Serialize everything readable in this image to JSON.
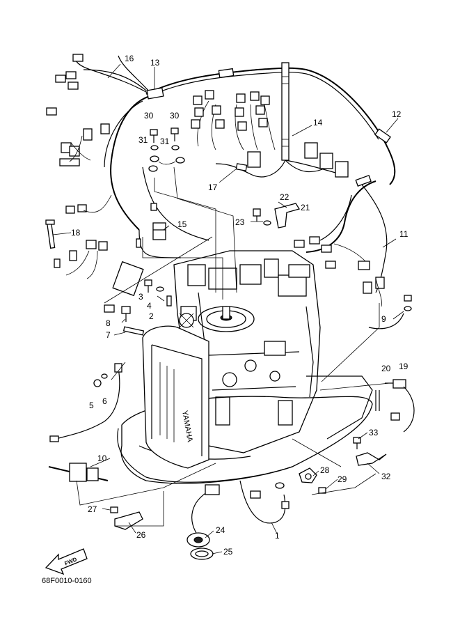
{
  "diagram": {
    "drawing_code": "68F0010-0160",
    "direction_label": "FWD",
    "callouts": {
      "c1": "1",
      "c2": "2",
      "c3": "3",
      "c4": "4",
      "c5": "5",
      "c6": "6",
      "c7": "7",
      "c8": "8",
      "c9": "9",
      "c10": "10",
      "c11": "11",
      "c12": "12",
      "c13": "13",
      "c14": "14",
      "c15": "15",
      "c16": "16",
      "c17": "17",
      "c18": "18",
      "c19": "19",
      "c20": "20",
      "c21": "21",
      "c22": "22",
      "c23": "23",
      "c24": "24",
      "c25": "25",
      "c26": "26",
      "c27": "27",
      "c28": "28",
      "c29": "29",
      "c30a": "30",
      "c30b": "30",
      "c31a": "31",
      "c31b": "31",
      "c32": "32",
      "c33": "33"
    }
  }
}
